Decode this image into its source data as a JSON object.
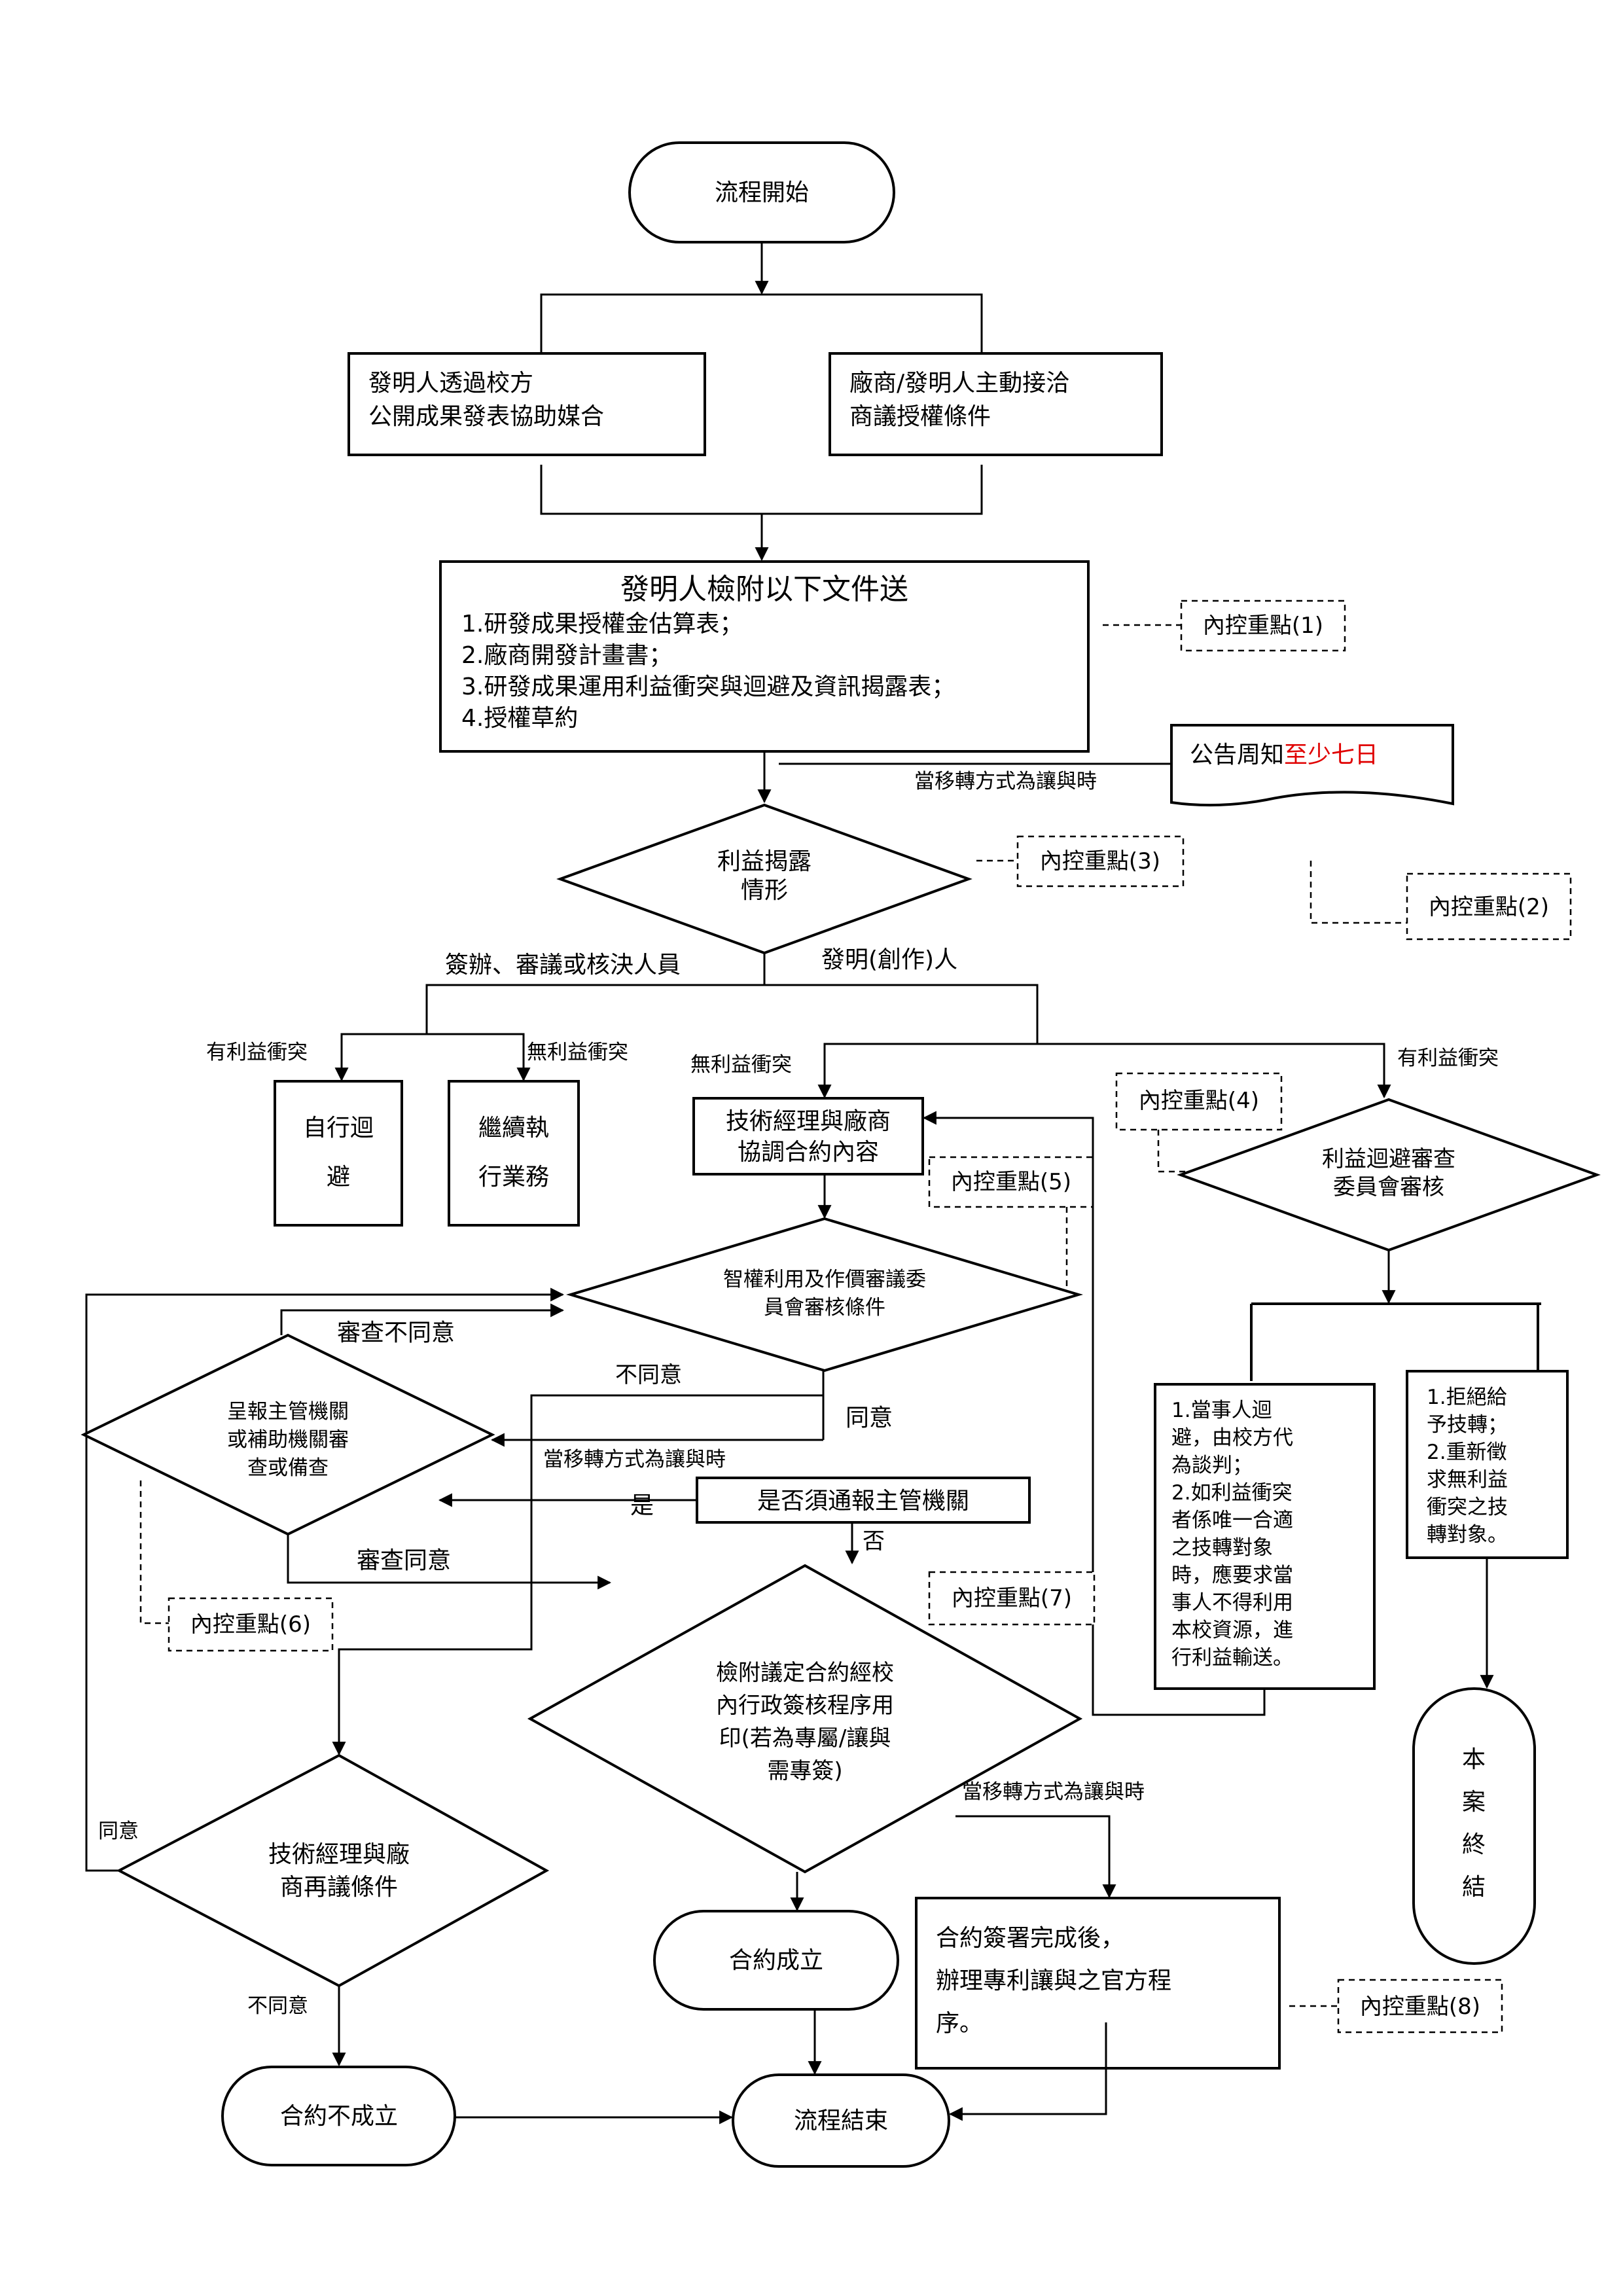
{
  "start": "流程開始",
  "path_a": [
    "發明人透過校方",
    "公開成果發表協助媒合"
  ],
  "path_b": [
    "廠商/發明人主動接洽",
    "商議授權條件"
  ],
  "docs": {
    "title": "發明人檢附以下文件送",
    "items": [
      "1.研發成果授權金估算表；",
      "2.廠商開發計畫書；",
      "3.研發成果運用利益衝突與迴避及資訊揭露表；",
      "4.授權草約"
    ]
  },
  "control_points": {
    "p1": "內控重點(1)",
    "p2": "內控重點(2)",
    "p3": "內控重點(3)",
    "p4": "內控重點(4)",
    "p5": "內控重點(5)",
    "p6": "內控重點(6)",
    "p7": "內控重點(7)",
    "p8": "內控重點(8)"
  },
  "transfer_condition": "當移轉方式為讓與時",
  "notice": {
    "prefix": "公告周知",
    "highlight": "至少七日",
    "highlight_color": "#e00000"
  },
  "disclosure": [
    "利益揭露",
    "情形"
  ],
  "branch_left": "簽辦、審議或核決人員",
  "branch_right": "發明(創作)人",
  "has_conflict": "有利益衝突",
  "no_conflict": "無利益衝突",
  "self_avoid": [
    "自行迴",
    "避"
  ],
  "continue_work": [
    "繼續執",
    "行業務"
  ],
  "coordinate": [
    "技術經理與廠商",
    "協調合約內容"
  ],
  "avoidance_committee": [
    "利益迴避審查",
    "委員會審核"
  ],
  "ip_committee": [
    "智權利用及作價審議委",
    "員會審核條件"
  ],
  "review_disagree": "審查不同意",
  "review_agree": "審查同意",
  "report_authority": [
    "呈報主管機關",
    "或補助機關審",
    "查或備查"
  ],
  "disagree": "不同意",
  "agree": "同意",
  "yes": "是",
  "no": "否",
  "notify_question": "是否須通報主管機關",
  "stamp": [
    "檢附議定合約經校",
    "內行政簽核程序用",
    "印(若為專屬/讓與",
    "需專簽)"
  ],
  "renegotiate": [
    "技術經理與廠",
    "商再議條件"
  ],
  "contract_ok": "合約成立",
  "contract_fail": "合約不成立",
  "end": "流程結束",
  "after_sign": [
    "合約簽署完成後，",
    "辦理專利讓與之官方程",
    "序。"
  ],
  "resolution_a": [
    "1.當事人迴",
    "避，由校方代",
    "為談判；",
    "2.如利益衝突",
    "者係唯一合適",
    "之技轉對象",
    "時，應要求當",
    "事人不得利用",
    "本校資源，進",
    "行利益輸送。"
  ],
  "resolution_b": [
    "1.拒絕給",
    "予技轉；",
    "2.重新徵",
    "求無利益",
    "衝突之技",
    "轉對象。"
  ],
  "case_closed": [
    "本",
    "案",
    "終",
    "結"
  ]
}
